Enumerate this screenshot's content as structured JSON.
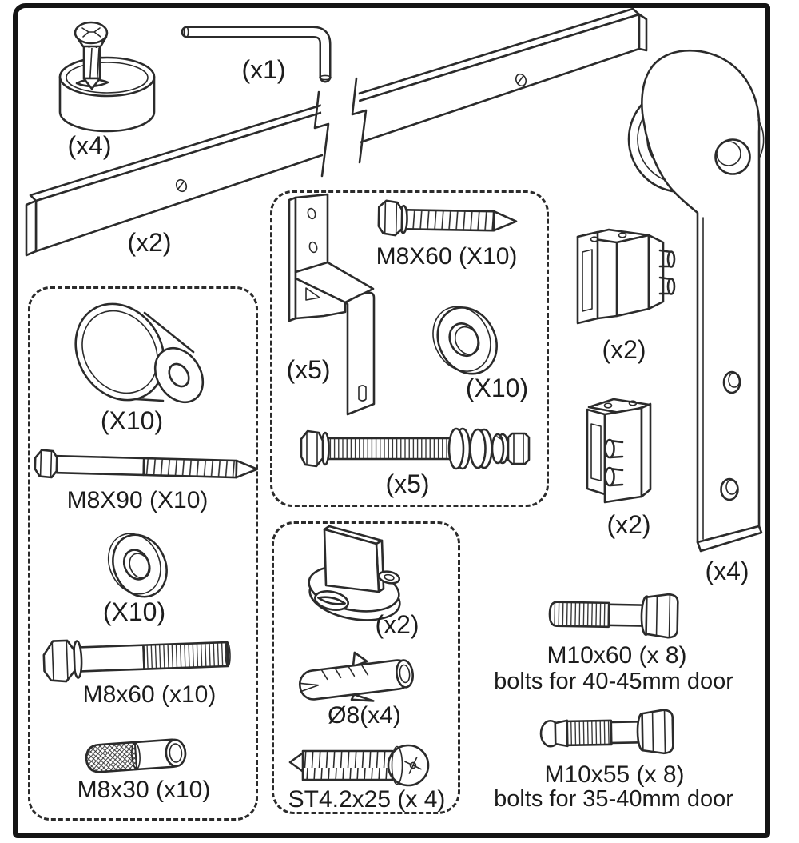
{
  "colors": {
    "line": "#2b2b2b",
    "background": "#ffffff",
    "text": "#1c1c1c"
  },
  "labels": {
    "floor_stopper_qty": "(x4)",
    "allen_key_qty": "(x1)",
    "rail_qty": "(x2)",
    "hanger_qty": "(x4)",
    "stopper_top_qty": "(x2)",
    "stopper_mid_qty": "(x2)",
    "middle_box": {
      "bracket_qty": "(x5)",
      "lag_screw": "M8X60 (X10)",
      "washer_qty": "(X10)",
      "bolt_assembly_qty": "(x5)"
    },
    "left_box": {
      "bushing_qty": "(X10)",
      "lag_screw": "M8X90 (X10)",
      "washer_qty": "(X10)",
      "bolt": "M8x60 (x10)",
      "anchor": "M8x30 (x10)"
    },
    "bottom_box": {
      "guide_qty": "(x2)",
      "anchor": "Ø8(x4)",
      "screw": "ST4.2x25 (x 4)"
    },
    "right_bolts": {
      "bolt1": "M10x60 (x 8)",
      "bolt1_note": "bolts for 40-45mm door",
      "bolt2": "M10x55 (x 8)",
      "bolt2_note": "bolts for 35-40mm door"
    }
  }
}
